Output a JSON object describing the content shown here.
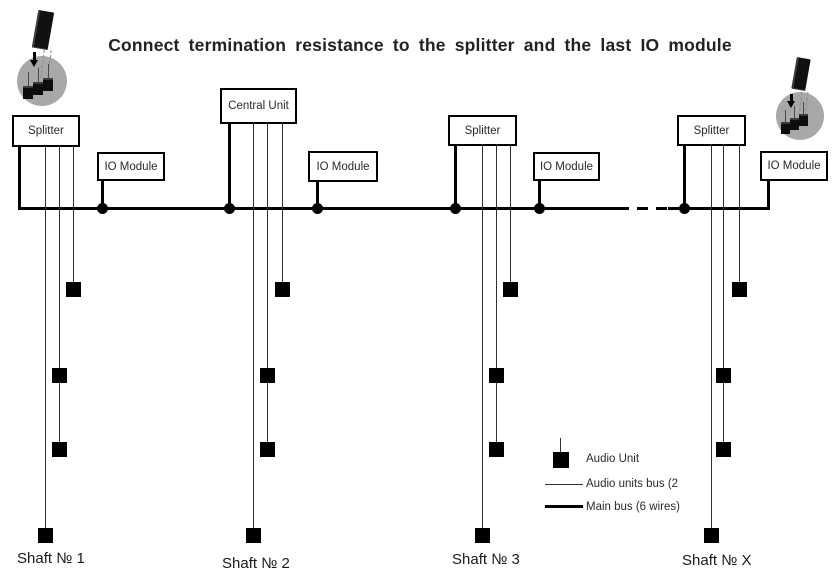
{
  "title": "Connect termination resistance to the splitter and the last IO module",
  "nodes": {
    "splitter1": {
      "label": "Splitter"
    },
    "io_module1": {
      "label": "IO Module"
    },
    "central_unit": {
      "label": "Central Unit"
    },
    "io_module2": {
      "label": "IO Module"
    },
    "splitter3": {
      "label": "Splitter"
    },
    "io_module3": {
      "label": "IO Module"
    },
    "splitter_x": {
      "label": "Splitter"
    },
    "io_module_x": {
      "label": "IO Module"
    }
  },
  "shafts": [
    {
      "label": "Shaft № 1",
      "audio_units": 4
    },
    {
      "label": "Shaft № 2",
      "audio_units": 4
    },
    {
      "label": "Shaft № 3",
      "audio_units": 4
    },
    {
      "label": "Shaft № X",
      "audio_units": 4
    }
  ],
  "legend": {
    "audio_unit": "Audio Unit",
    "audio_units_bus": "Audio units bus (2",
    "main_bus": "Main bus (6 wires)"
  },
  "icons": {
    "termination_resistance_left": "termination-resistance-icon",
    "termination_resistance_right": "termination-resistance-icon"
  },
  "colors": {
    "background": "#ffffff",
    "main_bus": "#000000",
    "audio_bus": "#2f2f2f",
    "icon_circle": "#a8a8a8"
  }
}
